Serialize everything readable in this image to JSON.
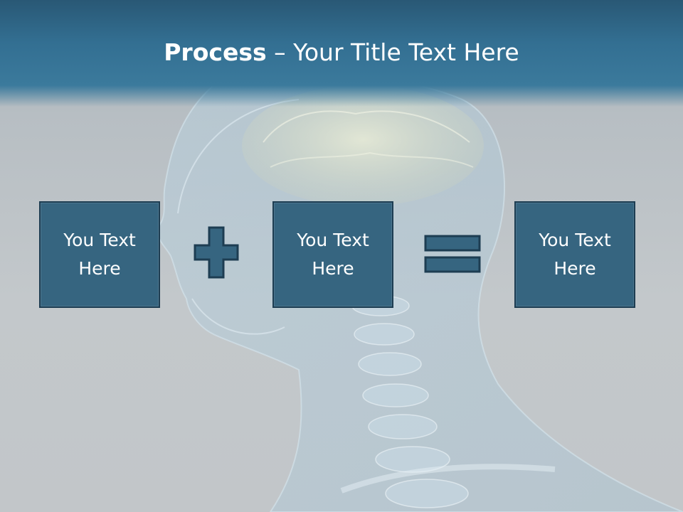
{
  "title": {
    "bold": "Process",
    "rest": " – Your Title Text Here"
  },
  "boxes": [
    {
      "label": "You Text Here"
    },
    {
      "label": "You Text Here"
    },
    {
      "label": "You Text Here"
    }
  ],
  "operators": {
    "first": "plus-icon",
    "second": "equals-icon"
  },
  "colors": {
    "title_bar": "#336f92",
    "box_fill": "#366580",
    "box_border": "#1d3d52",
    "background": "#c2c6c9",
    "title_text": "#ffffff"
  }
}
